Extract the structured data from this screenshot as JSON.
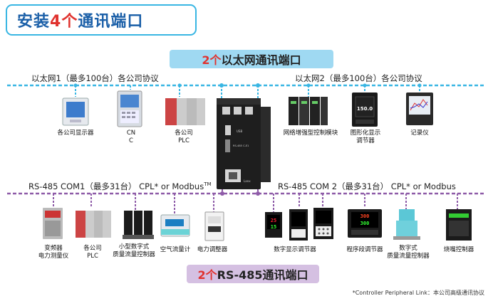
{
  "title": {
    "prefix": "安装",
    "highlight": "4个",
    "suffix": "通讯端口"
  },
  "ethernet_banner": {
    "highlight": "2个",
    "text": "以太网通讯端口"
  },
  "rs485_banner": {
    "highlight": "2个",
    "text": "RS-485通讯端口"
  },
  "eth1_label": "以太网1（最多100台）各公司协议",
  "eth2_label": "以太网2（最多100台）各公司协议",
  "com1_label": "RS-485 COM1（最多31台） CPL* or Modbus",
  "com1_tm": "TM",
  "com2_label": "RS-485 COM 2（最多31台） CPL* or Modbus",
  "controller": {
    "usb": "USB",
    "model": "RS-485 C-E1",
    "bottom": "Lanx"
  },
  "eth1_devices": [
    {
      "l1": "各公司显示器",
      "l2": ""
    },
    {
      "l1": "CN",
      "l2": "C"
    },
    {
      "l1": "各公司",
      "l2": "PLC"
    }
  ],
  "eth2_devices": [
    {
      "l1": "网络增强型控制模块",
      "l2": ""
    },
    {
      "l1": "图形化显示",
      "l2": "调节器"
    },
    {
      "l1": "记录仪",
      "l2": ""
    }
  ],
  "com1_devices": [
    {
      "l1": "变频器",
      "l2": "电力测量仪"
    },
    {
      "l1": "各公司",
      "l2": "PLC"
    },
    {
      "l1": "小型数字式",
      "l2": "质量流量控制器"
    },
    {
      "l1": "空气流量计",
      "l2": ""
    },
    {
      "l1": "电力调整器",
      "l2": ""
    }
  ],
  "com2_devices": [
    {
      "l1": "数字显示调节器",
      "l2": ""
    },
    {
      "l1": "程序段调节器",
      "l2": ""
    },
    {
      "l1": "数字式",
      "l2": "质量流量控制器"
    },
    {
      "l1": "烧嘴控制器",
      "l2": ""
    }
  ],
  "readouts": {
    "graphic": "150.0",
    "seg1": "25",
    "seg2": "15",
    "prog1": "300",
    "prog2": "300"
  },
  "footnote": "*Controller Peripheral Link：本公司高级通讯协议",
  "colors": {
    "ethernet": "#39b6e3",
    "rs485": "#8e5ba8",
    "accent": "#e0332f",
    "title": "#1a5fa8"
  }
}
